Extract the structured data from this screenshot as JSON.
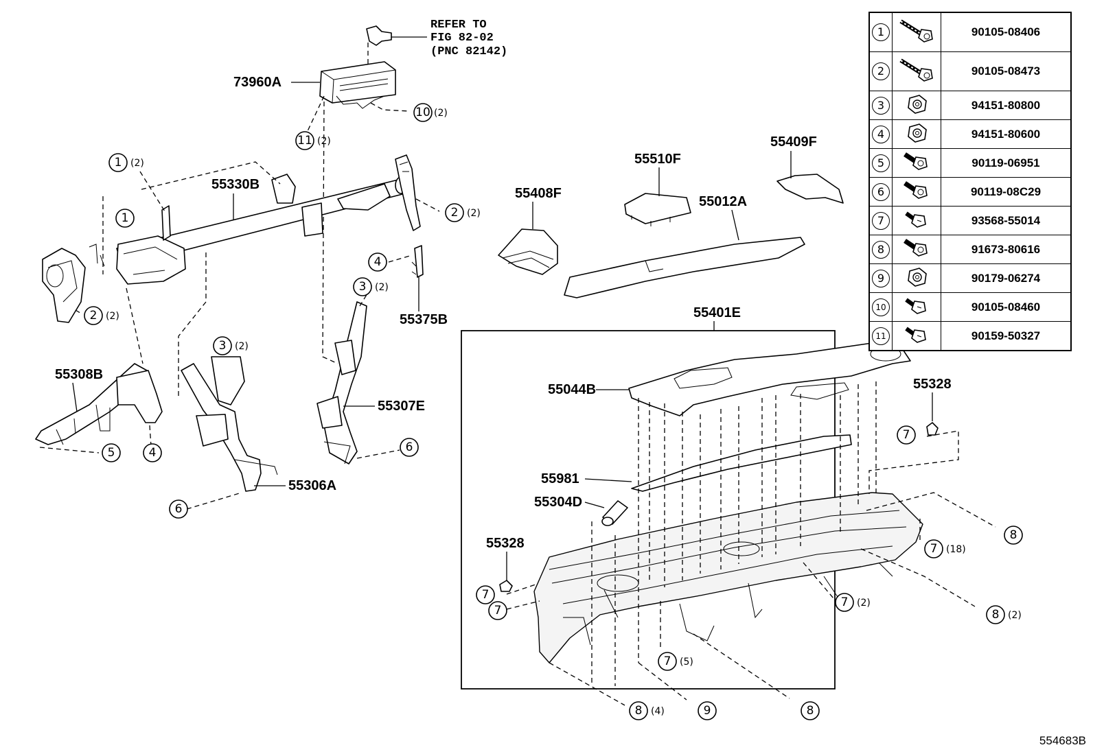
{
  "refer_note": [
    "REFER TO",
    "FIG 82-02",
    "(PNC 82142)"
  ],
  "diagram_id": "554683B",
  "part_labels": {
    "p73960A": "73960A",
    "p55330B": "55330B",
    "p55308B": "55308B",
    "p55306A": "55306A",
    "p55307E": "55307E",
    "p55375B": "55375B",
    "p55408F": "55408F",
    "p55510F": "55510F",
    "p55409F": "55409F",
    "p55012A": "55012A",
    "p55401E": "55401E",
    "p55044B": "55044B",
    "p55328_right": "55328",
    "p55981": "55981",
    "p55304D": "55304D",
    "p55328_left": "55328"
  },
  "callouts": {
    "c10": {
      "num": "10",
      "qty": "(2)"
    },
    "c11": {
      "num": "11",
      "qty": "(2)"
    },
    "c1a": {
      "num": "1",
      "qty": "(2)"
    },
    "c1b": {
      "num": "1",
      "qty": ""
    },
    "c2a": {
      "num": "2",
      "qty": "(2)"
    },
    "c2b": {
      "num": "2",
      "qty": "(2)"
    },
    "c4a": {
      "num": "4",
      "qty": ""
    },
    "c3a": {
      "num": "3",
      "qty": "(2)"
    },
    "c3b": {
      "num": "3",
      "qty": "(2)"
    },
    "c5": {
      "num": "5",
      "qty": ""
    },
    "c4b": {
      "num": "4",
      "qty": ""
    },
    "c6a": {
      "num": "6",
      "qty": ""
    },
    "c6b": {
      "num": "6",
      "qty": ""
    },
    "c7a": {
      "num": "7",
      "qty": ""
    },
    "c7b": {
      "num": "7",
      "qty": "(18)"
    },
    "c8a": {
      "num": "8",
      "qty": ""
    },
    "c7c": {
      "num": "7",
      "qty": ""
    },
    "c7d": {
      "num": "7",
      "qty": ""
    },
    "c7e": {
      "num": "7",
      "qty": "(2)"
    },
    "c8b": {
      "num": "8",
      "qty": "(2)"
    },
    "c7f": {
      "num": "7",
      "qty": "(5)"
    },
    "c8c": {
      "num": "8",
      "qty": "(4)"
    },
    "c9": {
      "num": "9",
      "qty": ""
    },
    "c8d": {
      "num": "8",
      "qty": ""
    }
  },
  "fastener_table": [
    {
      "num": "1",
      "part_no": "90105-08406",
      "icon": "long-bolt-icon"
    },
    {
      "num": "2",
      "part_no": "90105-08473",
      "icon": "long-bolt-icon"
    },
    {
      "num": "3",
      "part_no": "94151-80800",
      "icon": "nut-icon"
    },
    {
      "num": "4",
      "part_no": "94151-80600",
      "icon": "nut-icon"
    },
    {
      "num": "5",
      "part_no": "90119-06951",
      "icon": "bolt-icon"
    },
    {
      "num": "6",
      "part_no": "90119-08C29",
      "icon": "bolt-icon"
    },
    {
      "num": "7",
      "part_no": "93568-55014",
      "icon": "screw-icon"
    },
    {
      "num": "8",
      "part_no": "91673-80616",
      "icon": "bolt-icon"
    },
    {
      "num": "9",
      "part_no": "90179-06274",
      "icon": "nut-icon"
    },
    {
      "num": "10",
      "part_no": "90105-08460",
      "icon": "screw-icon"
    },
    {
      "num": "11",
      "part_no": "90159-50327",
      "icon": "screw-icon"
    }
  ]
}
